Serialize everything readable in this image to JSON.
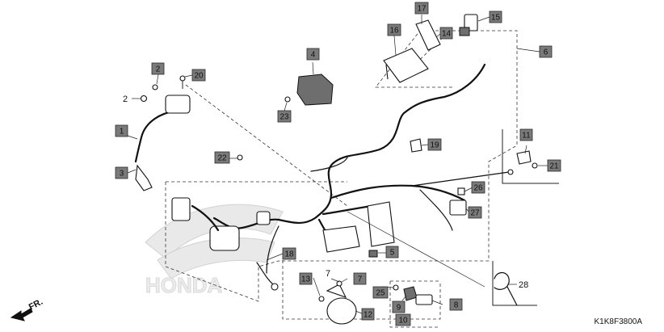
{
  "diagram_code": "K1K8F3800A",
  "direction_label": "FR.",
  "background_watermark": "HONDA",
  "callouts": [
    {
      "id": "c1",
      "label": "1",
      "style": "box"
    },
    {
      "id": "c2a",
      "label": "2",
      "style": "box"
    },
    {
      "id": "c2b",
      "label": "2",
      "style": "plain"
    },
    {
      "id": "c3",
      "label": "3",
      "style": "box"
    },
    {
      "id": "c4",
      "label": "4",
      "style": "box"
    },
    {
      "id": "c5",
      "label": "5",
      "style": "box"
    },
    {
      "id": "c6",
      "label": "6",
      "style": "box"
    },
    {
      "id": "c7a",
      "label": "7",
      "style": "box"
    },
    {
      "id": "c7b",
      "label": "7",
      "style": "plain"
    },
    {
      "id": "c8",
      "label": "8",
      "style": "box"
    },
    {
      "id": "c9",
      "label": "9",
      "style": "box"
    },
    {
      "id": "c10",
      "label": "10",
      "style": "box"
    },
    {
      "id": "c11",
      "label": "11",
      "style": "box"
    },
    {
      "id": "c12",
      "label": "12",
      "style": "box"
    },
    {
      "id": "c13",
      "label": "13",
      "style": "box"
    },
    {
      "id": "c14",
      "label": "14",
      "style": "box"
    },
    {
      "id": "c15",
      "label": "15",
      "style": "box"
    },
    {
      "id": "c16",
      "label": "16",
      "style": "box"
    },
    {
      "id": "c17",
      "label": "17",
      "style": "box"
    },
    {
      "id": "c18",
      "label": "18",
      "style": "box"
    },
    {
      "id": "c19",
      "label": "19",
      "style": "box"
    },
    {
      "id": "c20",
      "label": "20",
      "style": "box"
    },
    {
      "id": "c21",
      "label": "21",
      "style": "box"
    },
    {
      "id": "c22",
      "label": "22",
      "style": "box"
    },
    {
      "id": "c23",
      "label": "23",
      "style": "box"
    },
    {
      "id": "c25",
      "label": "25",
      "style": "box"
    },
    {
      "id": "c26",
      "label": "26",
      "style": "box"
    },
    {
      "id": "c27",
      "label": "27",
      "style": "box"
    },
    {
      "id": "c28",
      "label": "28",
      "style": "plain"
    }
  ]
}
